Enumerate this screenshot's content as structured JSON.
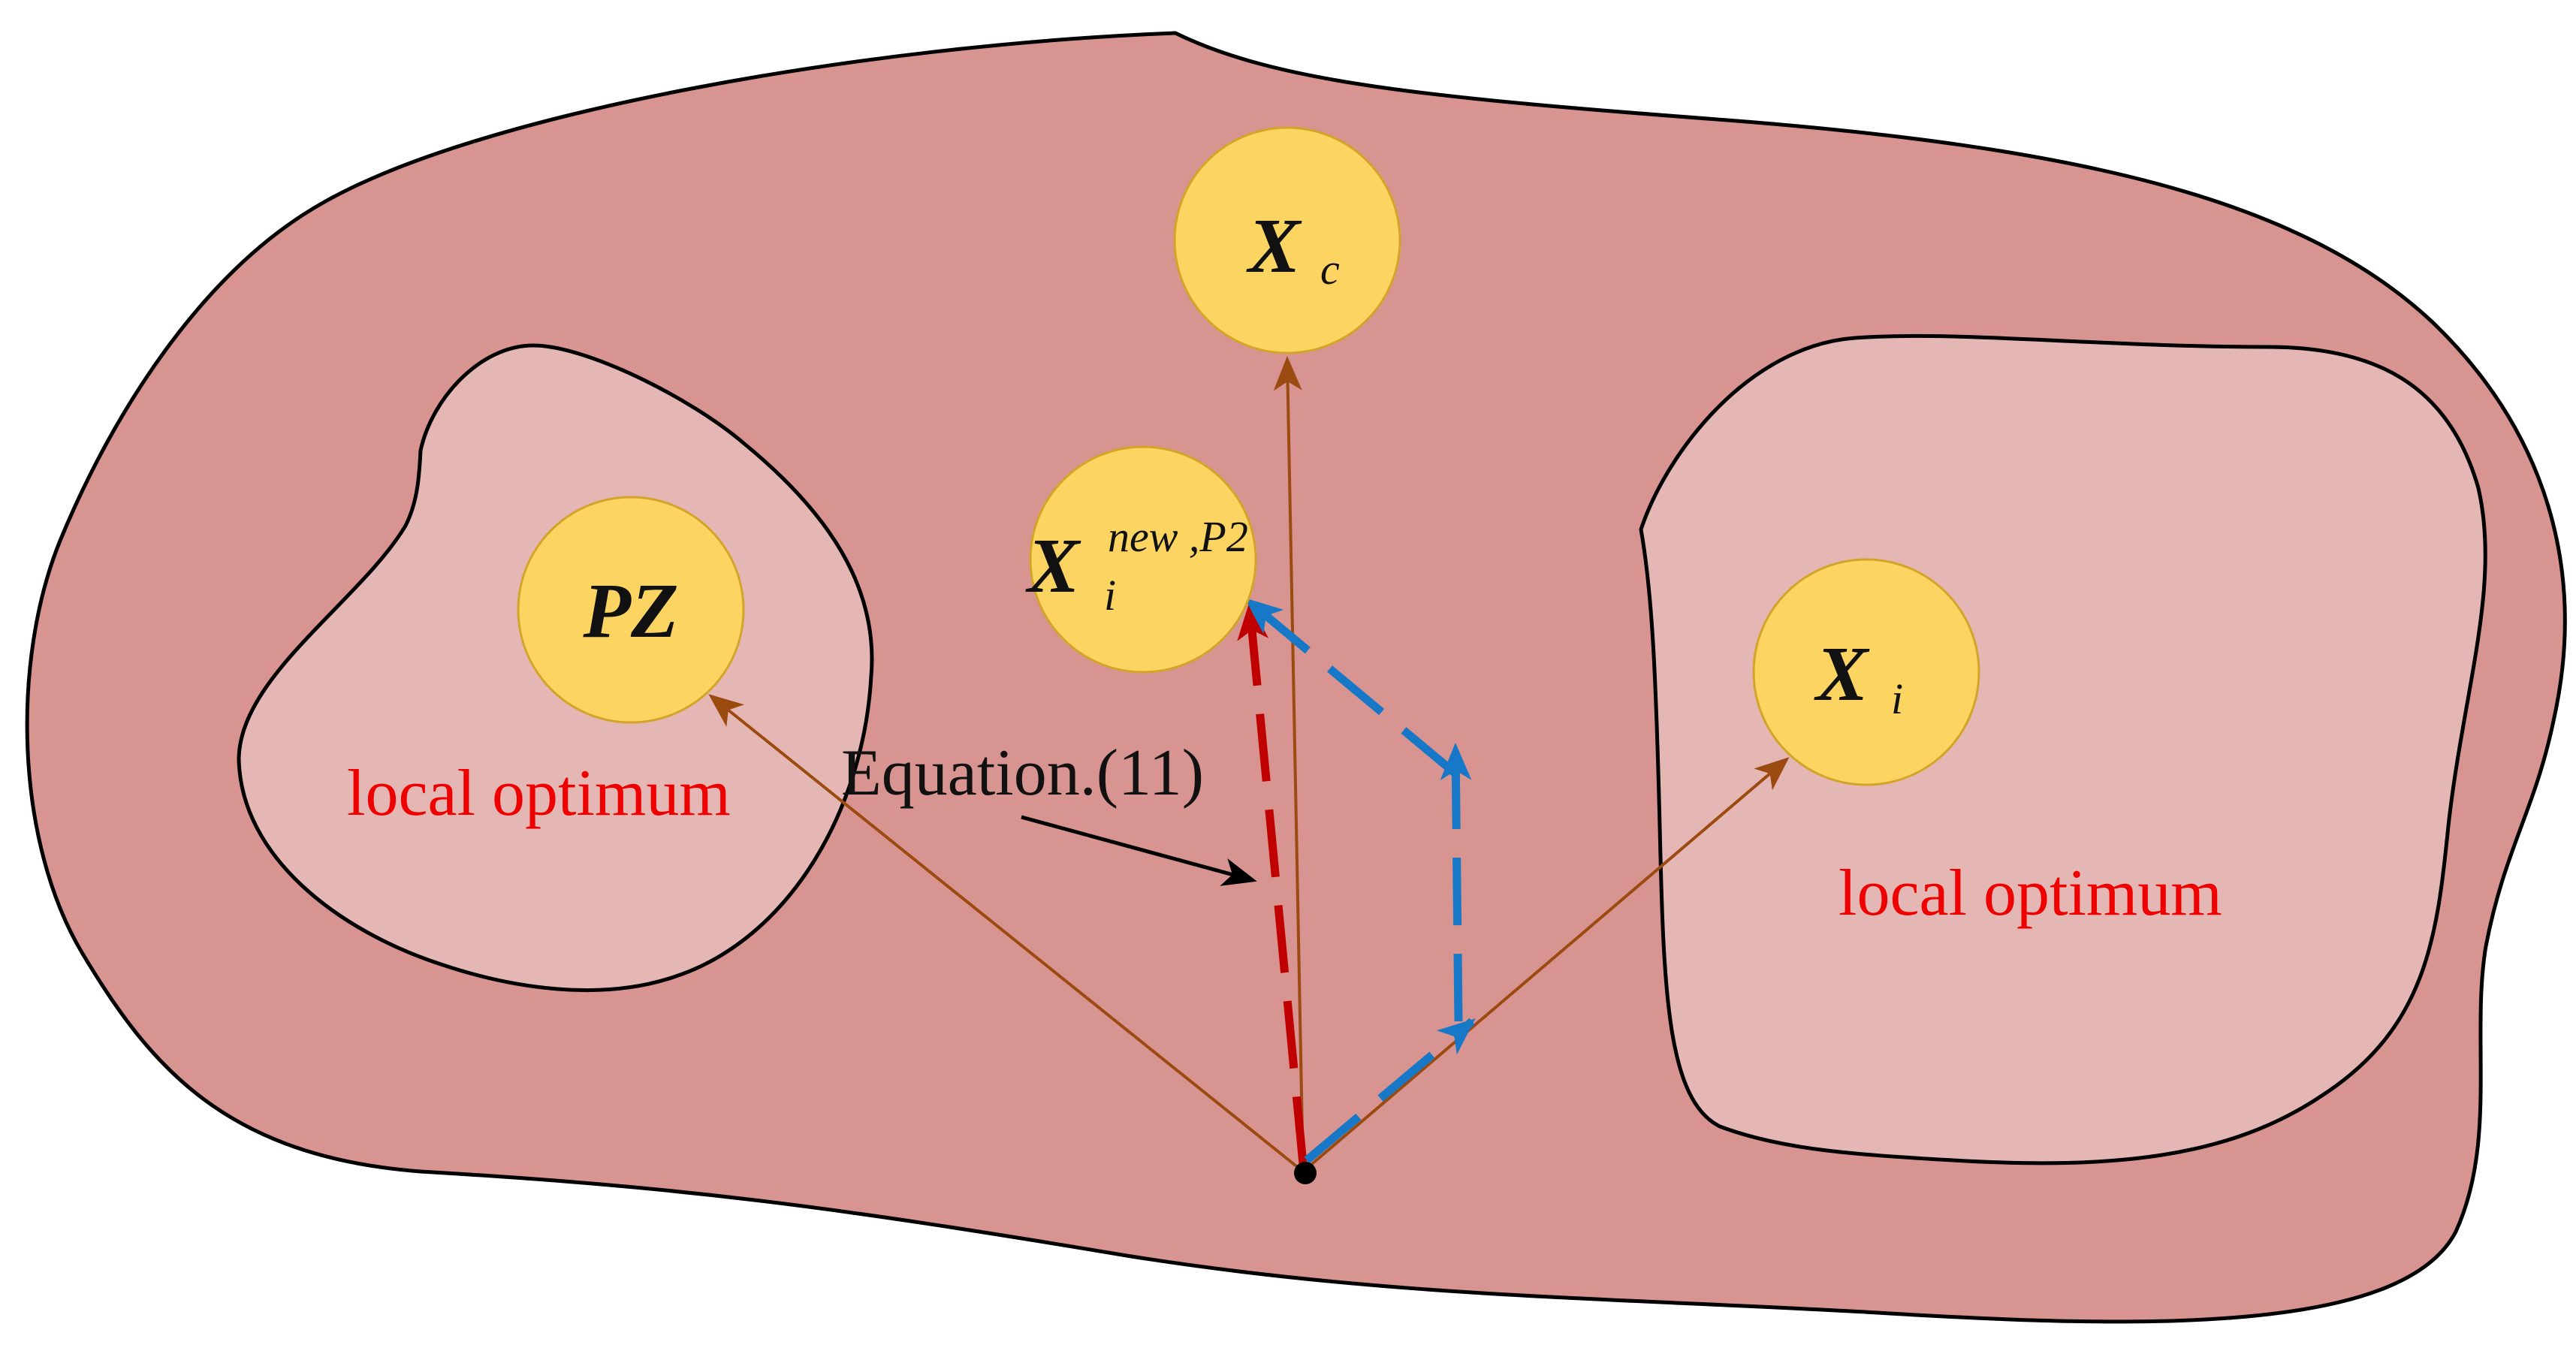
{
  "diagram": {
    "nodes": {
      "pz": {
        "label": "PZ"
      },
      "xc": {
        "label": "X",
        "sub": "c"
      },
      "xi": {
        "label": "X",
        "sub": "i"
      },
      "xnew": {
        "label": "X",
        "sub": "i",
        "sup": "new ,P2"
      }
    },
    "regions": {
      "left": {
        "label": "local optimum"
      },
      "right": {
        "label": "local optimum"
      }
    },
    "annotation": {
      "label": "Equation.(11)"
    },
    "colors": {
      "background": "#D79490",
      "local_region": "#E5B7B4",
      "node_fill": "#FBD462",
      "node_stroke": "#D4A429",
      "arrow_brown": "#9B4A10",
      "arrow_red": "#C00000",
      "arrow_blue": "#1878C8",
      "region_text": "#EE0000",
      "outline": "#000000"
    }
  }
}
